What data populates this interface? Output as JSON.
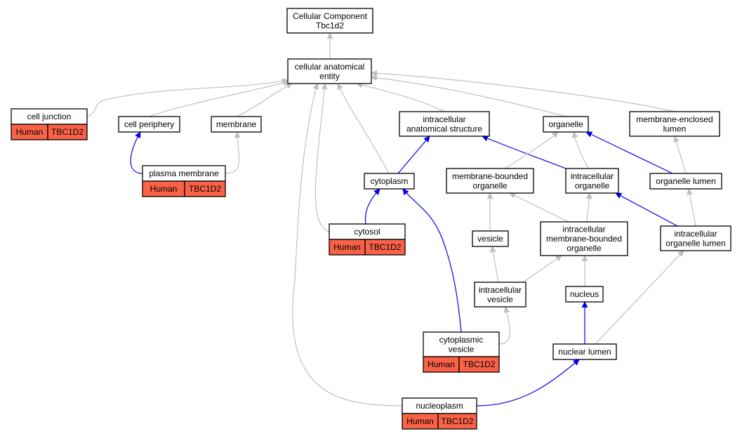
{
  "colors": {
    "node_fill": "#ffffff",
    "annotation_fill": "#FA6248",
    "is_a_edge": "#c0c0c0",
    "part_of_edge": "#0000ee"
  },
  "nodes": [
    {
      "id": "root",
      "lines": [
        "Cellular Component",
        "Tbc1d2"
      ]
    },
    {
      "id": "cae",
      "lines": [
        "cellular anatomical",
        "entity"
      ]
    },
    {
      "id": "cj",
      "lines": [
        "cell junction"
      ],
      "annotation": [
        "Human",
        "TBC1D2"
      ]
    },
    {
      "id": "cp",
      "lines": [
        "cell periphery"
      ]
    },
    {
      "id": "mem",
      "lines": [
        "membrane"
      ]
    },
    {
      "id": "ias",
      "lines": [
        "intracellular",
        "anatomical structure"
      ]
    },
    {
      "id": "org",
      "lines": [
        "organelle"
      ]
    },
    {
      "id": "mel",
      "lines": [
        "membrane-enclosed",
        "lumen"
      ]
    },
    {
      "id": "pm",
      "lines": [
        "plasma membrane"
      ],
      "annotation": [
        "Human",
        "TBC1D2"
      ]
    },
    {
      "id": "cyto",
      "lines": [
        "cytoplasm"
      ]
    },
    {
      "id": "mbo",
      "lines": [
        "membrane-bounded",
        "organelle"
      ]
    },
    {
      "id": "io",
      "lines": [
        "intracellular",
        "organelle"
      ]
    },
    {
      "id": "ol",
      "lines": [
        "organelle lumen"
      ]
    },
    {
      "id": "cytosol",
      "lines": [
        "cytosol"
      ],
      "annotation": [
        "Human",
        "TBC1D2"
      ]
    },
    {
      "id": "ves",
      "lines": [
        "vesicle"
      ]
    },
    {
      "id": "imbo",
      "lines": [
        "intracellular",
        "membrane-bounded",
        "organelle"
      ]
    },
    {
      "id": "iol",
      "lines": [
        "intracellular",
        "organelle lumen"
      ]
    },
    {
      "id": "iv",
      "lines": [
        "intracellular",
        "vesicle"
      ]
    },
    {
      "id": "nuc",
      "lines": [
        "nucleus"
      ]
    },
    {
      "id": "cv",
      "lines": [
        "cytoplasmic",
        "vesicle"
      ],
      "annotation": [
        "Human",
        "TBC1D2"
      ]
    },
    {
      "id": "nl",
      "lines": [
        "nuclear lumen"
      ]
    },
    {
      "id": "np",
      "lines": [
        "nucleoplasm"
      ],
      "annotation": [
        "Human",
        "TBC1D2"
      ]
    }
  ],
  "edges": [
    {
      "from": "cae",
      "to": "root",
      "type": "is_a"
    },
    {
      "from": "cj",
      "to": "cae",
      "type": "is_a"
    },
    {
      "from": "cp",
      "to": "cae",
      "type": "is_a"
    },
    {
      "from": "mem",
      "to": "cae",
      "type": "is_a"
    },
    {
      "from": "ias",
      "to": "cae",
      "type": "is_a"
    },
    {
      "from": "org",
      "to": "cae",
      "type": "is_a"
    },
    {
      "from": "mel",
      "to": "cae",
      "type": "is_a"
    },
    {
      "from": "cyto",
      "to": "cae",
      "type": "is_a"
    },
    {
      "from": "cytosol",
      "to": "cae",
      "type": "is_a"
    },
    {
      "from": "np",
      "to": "cae",
      "type": "is_a"
    },
    {
      "from": "pm",
      "to": "cp",
      "type": "part_of"
    },
    {
      "from": "pm",
      "to": "mem",
      "type": "is_a"
    },
    {
      "from": "cyto",
      "to": "ias",
      "type": "part_of"
    },
    {
      "from": "io",
      "to": "ias",
      "type": "part_of"
    },
    {
      "from": "mbo",
      "to": "org",
      "type": "is_a"
    },
    {
      "from": "io",
      "to": "org",
      "type": "is_a"
    },
    {
      "from": "ol",
      "to": "org",
      "type": "part_of"
    },
    {
      "from": "ol",
      "to": "mel",
      "type": "is_a"
    },
    {
      "from": "cytosol",
      "to": "cyto",
      "type": "part_of"
    },
    {
      "from": "cv",
      "to": "cyto",
      "type": "part_of"
    },
    {
      "from": "ves",
      "to": "mbo",
      "type": "is_a"
    },
    {
      "from": "imbo",
      "to": "mbo",
      "type": "is_a"
    },
    {
      "from": "imbo",
      "to": "io",
      "type": "is_a"
    },
    {
      "from": "iol",
      "to": "io",
      "type": "part_of"
    },
    {
      "from": "iol",
      "to": "ol",
      "type": "is_a"
    },
    {
      "from": "iv",
      "to": "ves",
      "type": "is_a"
    },
    {
      "from": "iv",
      "to": "imbo",
      "type": "is_a"
    },
    {
      "from": "nuc",
      "to": "imbo",
      "type": "is_a"
    },
    {
      "from": "cv",
      "to": "iv",
      "type": "is_a"
    },
    {
      "from": "nl",
      "to": "nuc",
      "type": "part_of"
    },
    {
      "from": "nl",
      "to": "iol",
      "type": "is_a"
    },
    {
      "from": "np",
      "to": "nl",
      "type": "part_of"
    }
  ]
}
